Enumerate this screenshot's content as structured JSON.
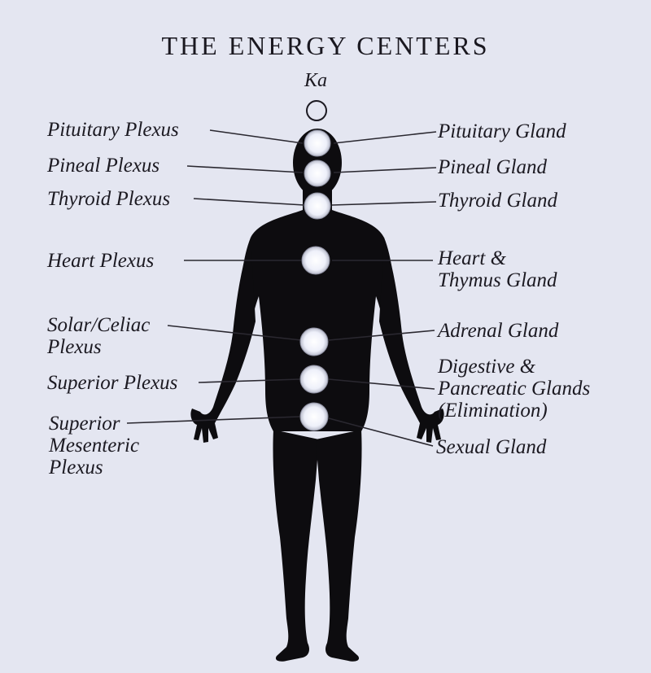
{
  "title": "THE ENERGY CENTERS",
  "top_center_label": "Ka",
  "left_labels": [
    {
      "lines": [
        "Pituitary Plexus"
      ]
    },
    {
      "lines": [
        "Pineal Plexus"
      ]
    },
    {
      "lines": [
        "Thyroid Plexus"
      ]
    },
    {
      "lines": [
        "Heart Plexus"
      ]
    },
    {
      "lines": [
        "Solar/Celiac",
        "Plexus"
      ]
    },
    {
      "lines": [
        "Superior Plexus"
      ]
    },
    {
      "lines": [
        "Superior",
        "Mesenteric",
        "Plexus"
      ]
    }
  ],
  "right_labels": [
    {
      "lines": [
        "Pituitary Gland"
      ]
    },
    {
      "lines": [
        "Pineal Gland"
      ]
    },
    {
      "lines": [
        "Thyroid Gland"
      ]
    },
    {
      "lines": [
        "Heart &",
        "Thymus Gland"
      ]
    },
    {
      "lines": [
        "Adrenal Gland"
      ]
    },
    {
      "lines": [
        "Digestive &",
        "Pancreatic Glands",
        "(Elimination)"
      ]
    },
    {
      "lines": [
        "Sexual Gland"
      ]
    }
  ],
  "colors": {
    "background": "#e4e6f1",
    "figure": "#0d0c0f",
    "center_fill": "#f4f4fb",
    "line": "#2a2830"
  }
}
